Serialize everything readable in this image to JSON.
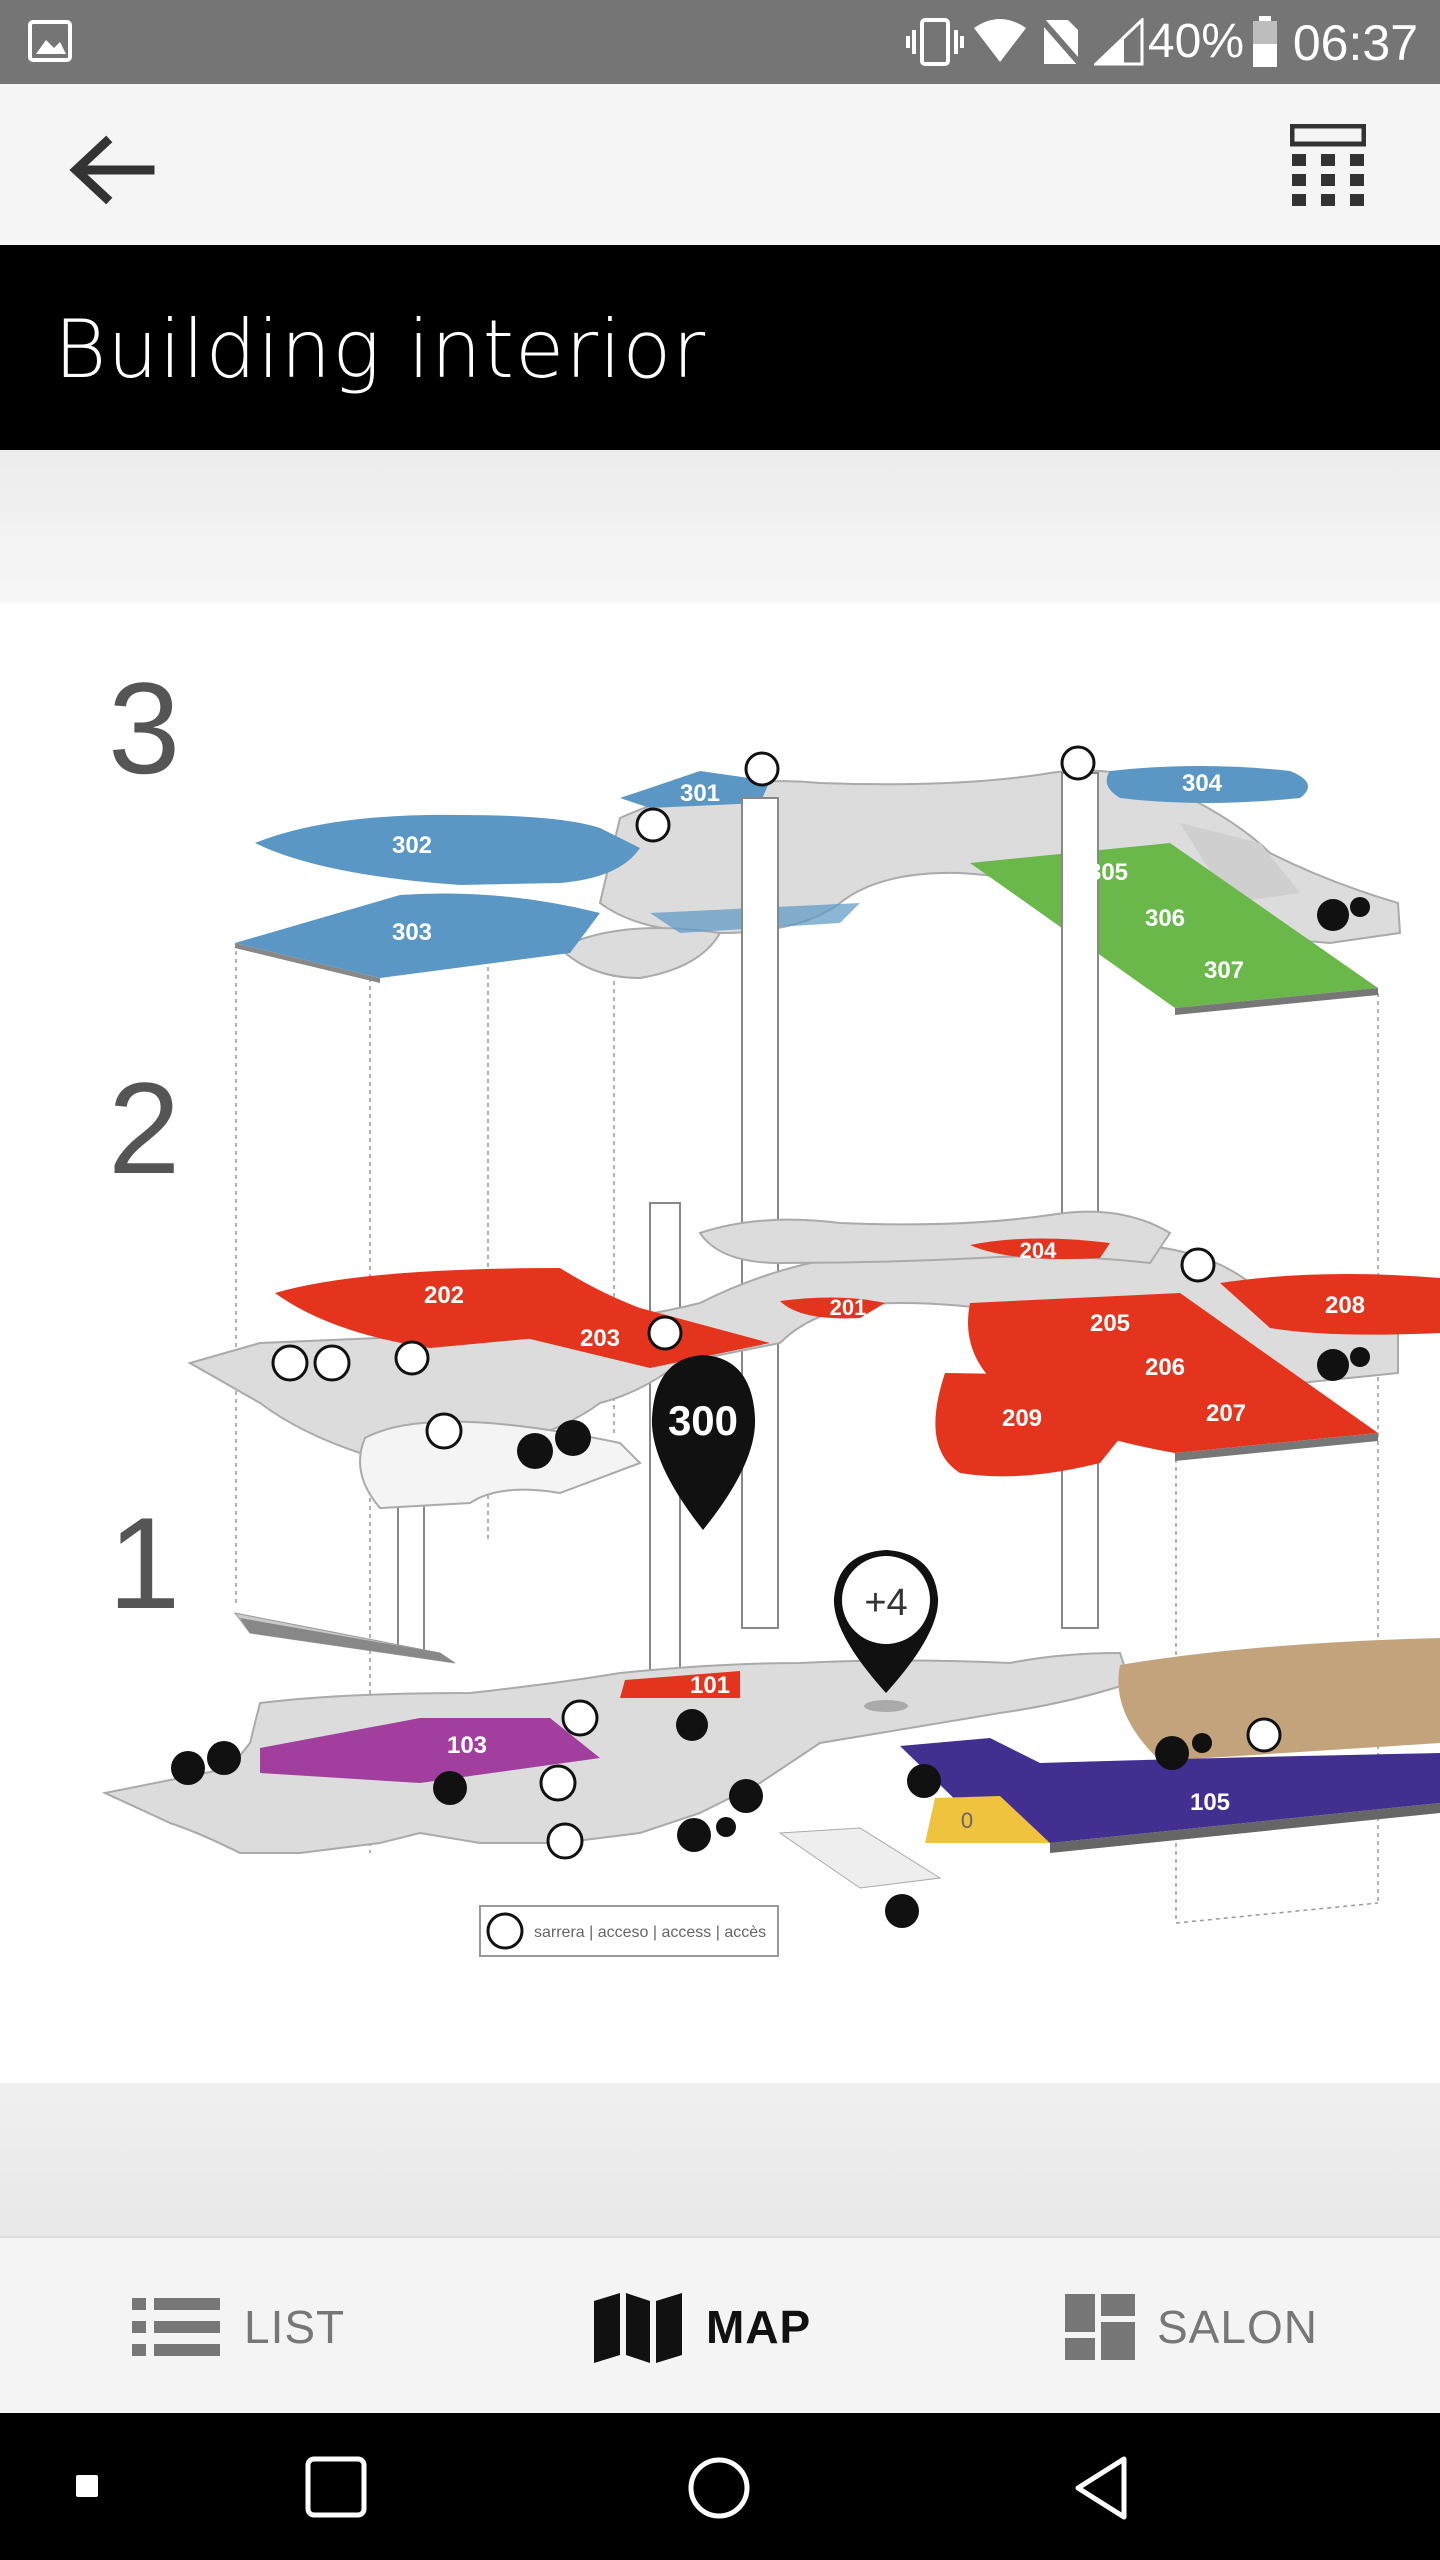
{
  "status_bar": {
    "battery_percent": "40%",
    "time": "06:37",
    "icons": [
      "image-icon",
      "vibrate-icon",
      "wifi-icon",
      "no-sim-icon",
      "signal-icon",
      "battery-icon"
    ]
  },
  "app_bar": {
    "back_icon": "arrow-left-icon",
    "action_icon": "calculator-icon"
  },
  "page": {
    "title": "Building interior"
  },
  "map": {
    "levels": [
      "3",
      "2",
      "1"
    ],
    "rooms": {
      "r301": "301",
      "r302": "302",
      "r303": "303",
      "r304": "304",
      "r305": "305",
      "r306": "306",
      "r307": "307",
      "r201": "201",
      "r202": "202",
      "r203": "203",
      "r204": "204",
      "r205": "205",
      "r206": "206",
      "r207": "207",
      "r208": "208",
      "r209": "209",
      "r101": "101",
      "r103": "103",
      "r105": "105",
      "r0": "0"
    },
    "pins": {
      "pin_300": "300",
      "pin_plus4": "+4"
    },
    "entrance_legend": "sarrera | acceso | access | accès",
    "colors": {
      "level3_blue": "#5b97c4",
      "level3_green": "#6ab84a",
      "level2_red": "#e5341d",
      "purple": "#a23f9e",
      "indigo": "#432f8f",
      "tan": "#c2a37c",
      "yellow": "#f0c33e",
      "floor_grey": "#dcdcdc"
    }
  },
  "bottom_nav": {
    "list_label": "LIST",
    "map_label": "MAP",
    "salon_label": "SALON"
  }
}
